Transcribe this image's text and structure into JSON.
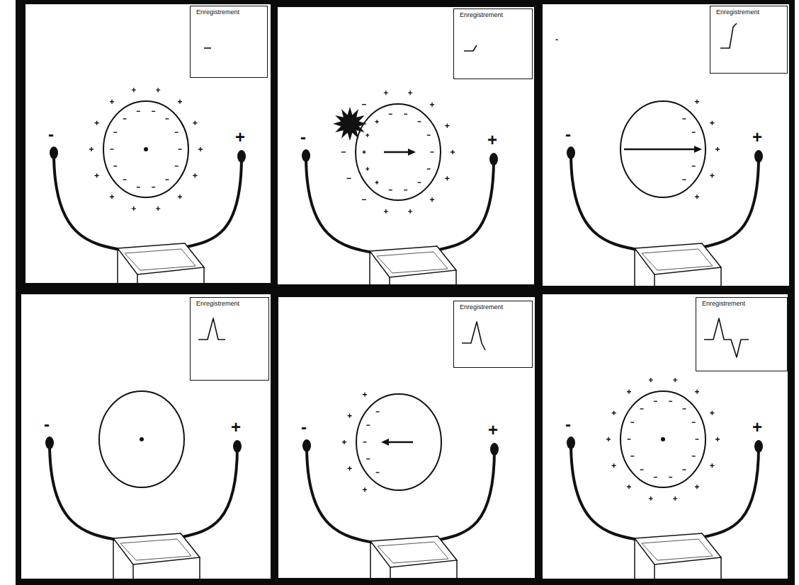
{
  "diagram": {
    "nodes": [
      {
        "text": [
          "Enregistrement"
        ]
      },
      {
        "text": [
          "Enregistrement"
        ]
      },
      {
        "text": [
          "Enregistrement"
        ]
      },
      {
        "text": [
          "Enregistrement"
        ]
      },
      {
        "text": [
          "Enregistrement"
        ]
      },
      {
        "text": [
          "Enregistrement"
        ]
      }
    ],
    "labels": [
      "-",
      "+",
      "-",
      "+",
      "-",
      "+",
      "-",
      "+",
      "-",
      "+",
      "-",
      "+",
      "-"
    ]
  }
}
